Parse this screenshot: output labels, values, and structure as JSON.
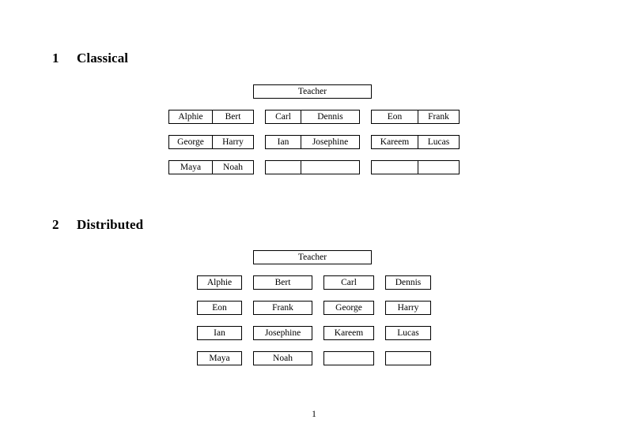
{
  "document": {
    "page_number": "1"
  },
  "sections": [
    {
      "number": "1",
      "title": "Classical",
      "teacher_label": "Teacher",
      "layout": "paired-cells",
      "groups": [
        {
          "column": 1,
          "rows": [
            {
              "left": "Alphie",
              "right": "Bert"
            },
            {
              "left": "George",
              "right": "Harry"
            },
            {
              "left": "Maya",
              "right": "Noah"
            }
          ]
        },
        {
          "column": 2,
          "rows": [
            {
              "left": "Carl",
              "right": "Dennis"
            },
            {
              "left": "Ian",
              "right": "Josephine"
            },
            {
              "left": "",
              "right": ""
            }
          ]
        },
        {
          "column": 3,
          "rows": [
            {
              "left": "Eon",
              "right": "Frank"
            },
            {
              "left": "Kareem",
              "right": "Lucas"
            },
            {
              "left": "",
              "right": ""
            }
          ]
        }
      ]
    },
    {
      "number": "2",
      "title": "Distributed",
      "teacher_label": "Teacher",
      "layout": "single-cells",
      "grid": [
        [
          "Alphie",
          "Bert",
          "Carl",
          "Dennis"
        ],
        [
          "Eon",
          "Frank",
          "George",
          "Harry"
        ],
        [
          "Ian",
          "Josephine",
          "Kareem",
          "Lucas"
        ],
        [
          "Maya",
          "Noah",
          "",
          ""
        ]
      ]
    }
  ]
}
